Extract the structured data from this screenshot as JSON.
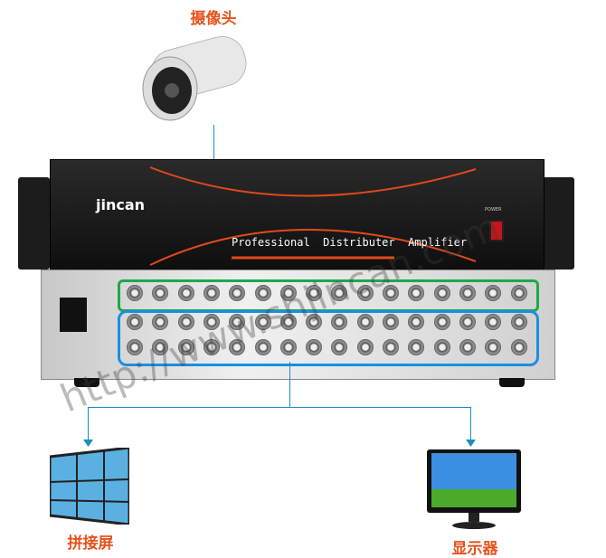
{
  "labels": {
    "camera": "摄像头",
    "video_wall": "拼接屏",
    "monitor": "显示器"
  },
  "device": {
    "brand": "jincan",
    "title": "Professional  Distributer  Amplifier",
    "power": "POWER",
    "watermark": "http://www.shjincan.com"
  },
  "ports": {
    "columns": 16,
    "input_rows": 1,
    "output_rows": 2
  },
  "colors": {
    "label": "#e8521c",
    "input_box": "#1fa84a",
    "output_box": "#1a8fe0",
    "arrow": "#1a8fbf"
  }
}
